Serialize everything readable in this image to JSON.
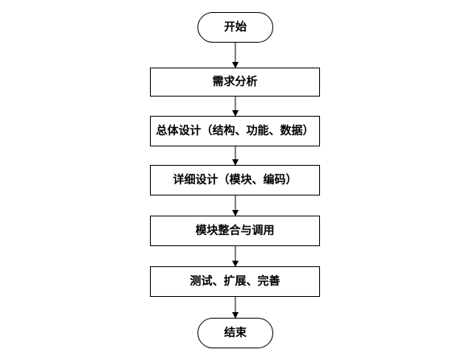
{
  "nodes": [
    {
      "id": "start",
      "type": "terminal",
      "label": "开始"
    },
    {
      "id": "step1",
      "type": "process",
      "label": "需求分析"
    },
    {
      "id": "step2",
      "type": "process",
      "label": "总体设计（结构、功能、数据）"
    },
    {
      "id": "step3",
      "type": "process",
      "label": "详细设计（模块、编码）"
    },
    {
      "id": "step4",
      "type": "process",
      "label": "模块整合与调用"
    },
    {
      "id": "step5",
      "type": "process",
      "label": "测试、扩展、完善"
    },
    {
      "id": "end",
      "type": "terminal",
      "label": "结束"
    }
  ],
  "edges": [
    {
      "from": "start",
      "to": "step1"
    },
    {
      "from": "step1",
      "to": "step2"
    },
    {
      "from": "step2",
      "to": "step3"
    },
    {
      "from": "step3",
      "to": "step4"
    },
    {
      "from": "step4",
      "to": "step5"
    },
    {
      "from": "step5",
      "to": "end"
    }
  ],
  "colors": {
    "stroke": "#000000",
    "fill": "#ffffff"
  }
}
